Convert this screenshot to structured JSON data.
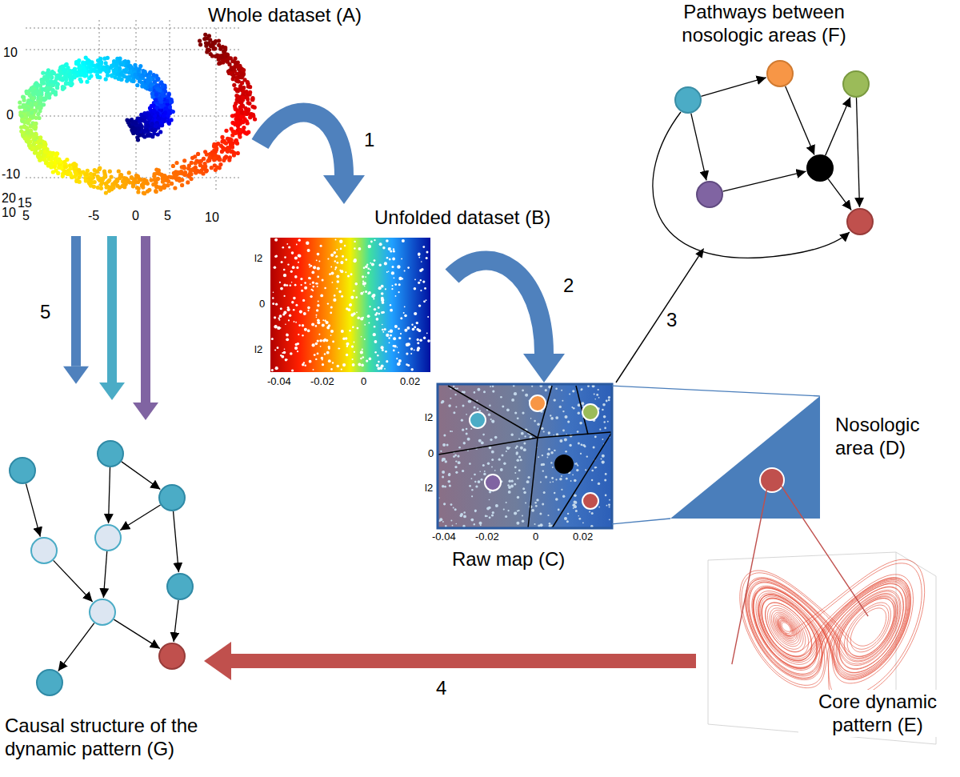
{
  "diagram": {
    "nodes": [
      {
        "text": [
          "Whole dataset (A)"
        ]
      },
      {
        "text": [
          "Unfolded dataset (B)"
        ]
      },
      {
        "text": [
          "Raw map (C)"
        ]
      },
      {
        "text": [
          "Nosologic area (D)"
        ]
      },
      {
        "text": [
          "Core dynamic pattern (E)"
        ]
      },
      {
        "text": [
          "Pathways between nosologic areas (F)"
        ]
      },
      {
        "text": [
          "Causal structure of the dynamic pattern (G)"
        ]
      }
    ],
    "edges": [
      {
        "from": 0,
        "to": 1,
        "label": "1",
        "arrow": "to"
      },
      {
        "from": 1,
        "to": 2,
        "label": "2",
        "arrow": "to"
      },
      {
        "from": 2,
        "to": 5,
        "label": "3",
        "arrow": "to"
      },
      {
        "from": 2,
        "to": 3,
        "arrow": "none"
      },
      {
        "from": 3,
        "to": 4,
        "arrow": "none"
      },
      {
        "from": 4,
        "to": 6,
        "label": "4",
        "arrow": "to"
      },
      {
        "from": 0,
        "to": 6,
        "label": "5",
        "arrow": "to"
      }
    ],
    "labels": [
      "10",
      "0",
      "-10",
      "20",
      "15",
      "10",
      "5",
      "-5",
      "0",
      "5",
      "10",
      "l2",
      "0",
      "l2",
      "-0.04",
      "-0.02",
      "0",
      "0.02",
      "l2",
      "0",
      "l2",
      "-0.04",
      "-0.02",
      "0",
      "0.02"
    ]
  }
}
